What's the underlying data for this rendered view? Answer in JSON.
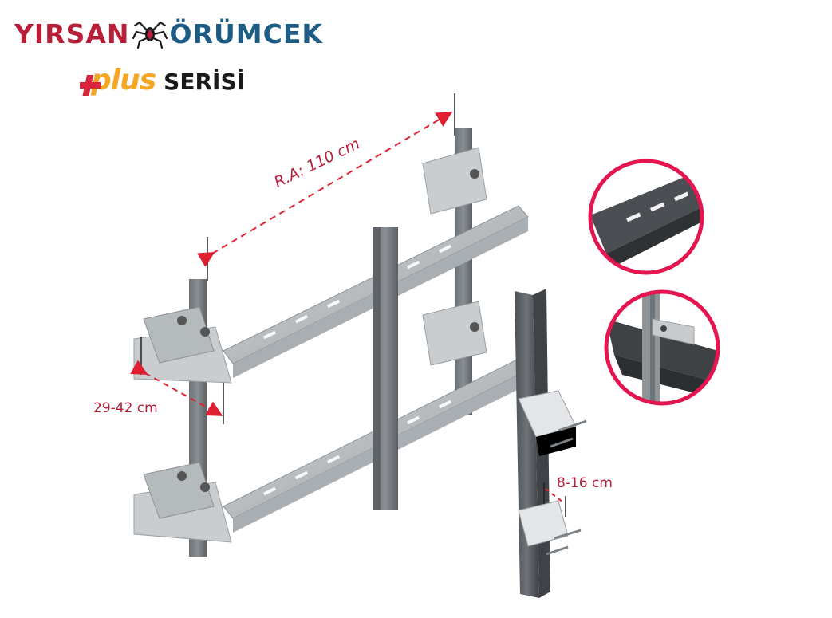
{
  "brand": {
    "name_left": "YIRSAN",
    "name_right": "ÖRÜMCEK",
    "colors": {
      "red": "#b8203a",
      "blue": "#1d5d85"
    }
  },
  "series": {
    "plus_label": "plus",
    "serisi_label": "SERİSİ",
    "colors": {
      "plus": "#f5a623",
      "cross": "#d7263d",
      "serisi": "#1a1a1a"
    }
  },
  "dimensions": {
    "rail_spacing": "R.A: 110 cm",
    "bracket_depth": "29-42 cm",
    "clip_depth": "8-16 cm",
    "arrow_color": "#e02030"
  },
  "detail_callouts": [
    {
      "name": "rail-profile-detail",
      "ring_color": "#e5154f"
    },
    {
      "name": "rail-connection-detail",
      "ring_color": "#e5154f"
    }
  ]
}
